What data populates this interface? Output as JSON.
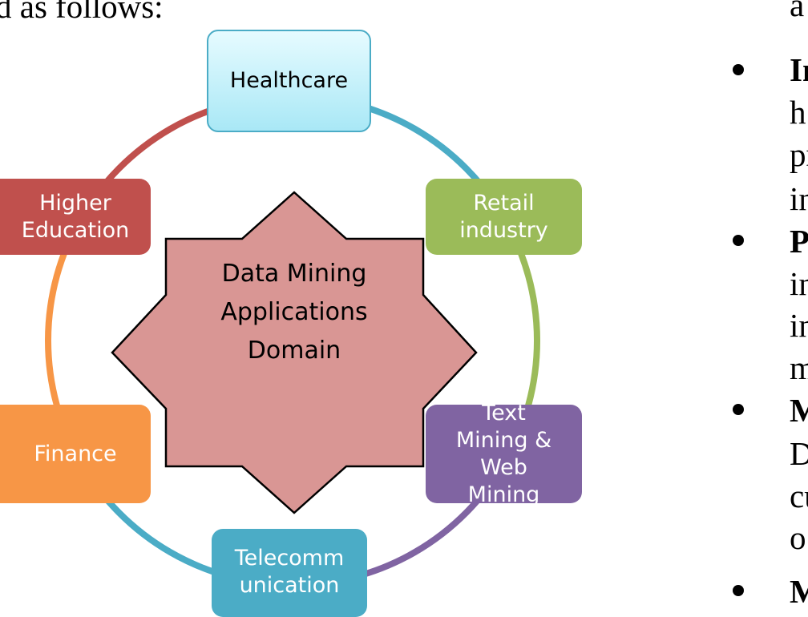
{
  "intro_text": "d as follows:",
  "right_column": {
    "lines": [
      "a",
      "In",
      "h",
      "pr",
      "in",
      "P",
      "in",
      "in",
      "m",
      "M",
      "D",
      "cu",
      "o",
      "M"
    ]
  },
  "diagram": {
    "center": "Data Mining Applications Domain",
    "center_lines": [
      "Data Mining",
      "Applications",
      "Domain"
    ],
    "nodes": {
      "healthcare": "Healthcare",
      "retail": [
        "Retail",
        "industry"
      ],
      "text_mining": [
        "Text",
        "Mining &",
        "Web",
        "Mining"
      ],
      "telecom": [
        "Telecomm",
        "unication"
      ],
      "finance": "Finance",
      "higher_ed": [
        "Higher",
        "Education"
      ]
    },
    "colors": {
      "healthcare": "#4bacc6",
      "retail": "#9bbb59",
      "text_mining": "#8064a2",
      "telecom": "#4bacc6",
      "finance": "#f79646",
      "higher_ed": "#c0504d",
      "star": "#d99694"
    }
  }
}
